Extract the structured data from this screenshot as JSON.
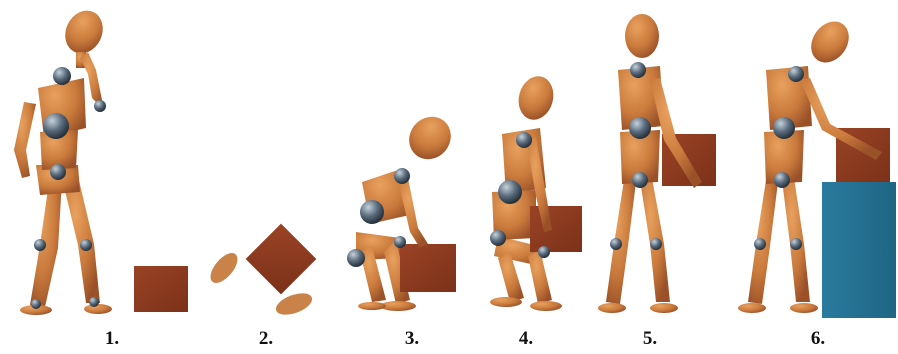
{
  "steps": [
    {
      "label": "1."
    },
    {
      "label": "2."
    },
    {
      "label": "3."
    },
    {
      "label": "4."
    },
    {
      "label": "5."
    },
    {
      "label": "6."
    }
  ],
  "colors": {
    "skin": "#c97a3c",
    "skin_shadow": "#a0552a",
    "joint": "#5a6b7c",
    "box": "#8c3a1f",
    "platform": "#236f90",
    "foot_shadow": "#b98a60"
  },
  "icons": [
    "mannequin-figure-icon",
    "box-icon",
    "footprint-icon",
    "platform-icon"
  ]
}
